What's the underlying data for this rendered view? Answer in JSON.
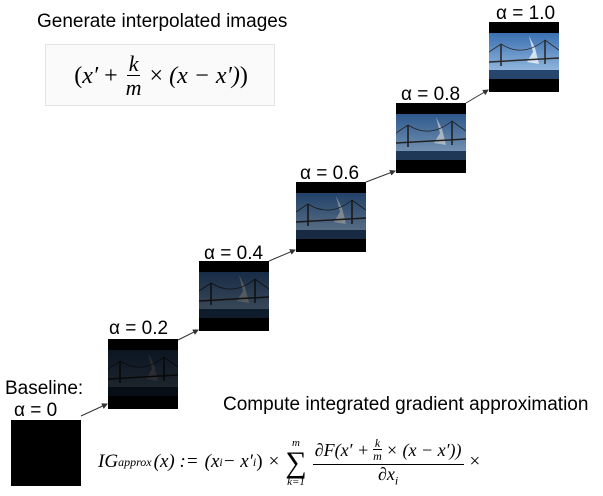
{
  "header_title": "Generate interpolated images",
  "baseline_label": "Baseline:",
  "steps": [
    {
      "alpha_label": "α = 0",
      "brightness": 0.0
    },
    {
      "alpha_label": "α = 0.2",
      "brightness": 0.2
    },
    {
      "alpha_label": "α = 0.4",
      "brightness": 0.4
    },
    {
      "alpha_label": "α = 0.6",
      "brightness": 0.6
    },
    {
      "alpha_label": "α = 0.8",
      "brightness": 0.8
    },
    {
      "alpha_label": "α = 1.0",
      "brightness": 1.0
    }
  ],
  "compute_title": "Compute integrated gradient approximation",
  "formula_interp": {
    "open": "(",
    "x_prime": "x′",
    "plus": "+",
    "k": "k",
    "m": "m",
    "times": "×",
    "diff": "(x − x′)",
    "close": ")"
  },
  "formula_ig": {
    "lhs": "IG",
    "lhs_sub": "approx",
    "lhs_arg": "(x) :=",
    "term": "(x",
    "term_sub": "i",
    "term_mid": " − x′",
    "term_sub2": "i",
    "term_close": ")",
    "times": "×",
    "sum": "∑",
    "sum_top": "m",
    "sum_bottom": "k=1",
    "numerator": "∂F(x′ + ",
    "num_k": "k",
    "num_m": "m",
    "num_rest": " × (x − x′))",
    "denominator": "∂x",
    "den_sub": "i",
    "trailing": "×"
  },
  "colors": {
    "sky": "#3a6fb0",
    "sky_light": "#8fb4dc",
    "water": "#27466e",
    "bridge": "#2a2a2a"
  }
}
